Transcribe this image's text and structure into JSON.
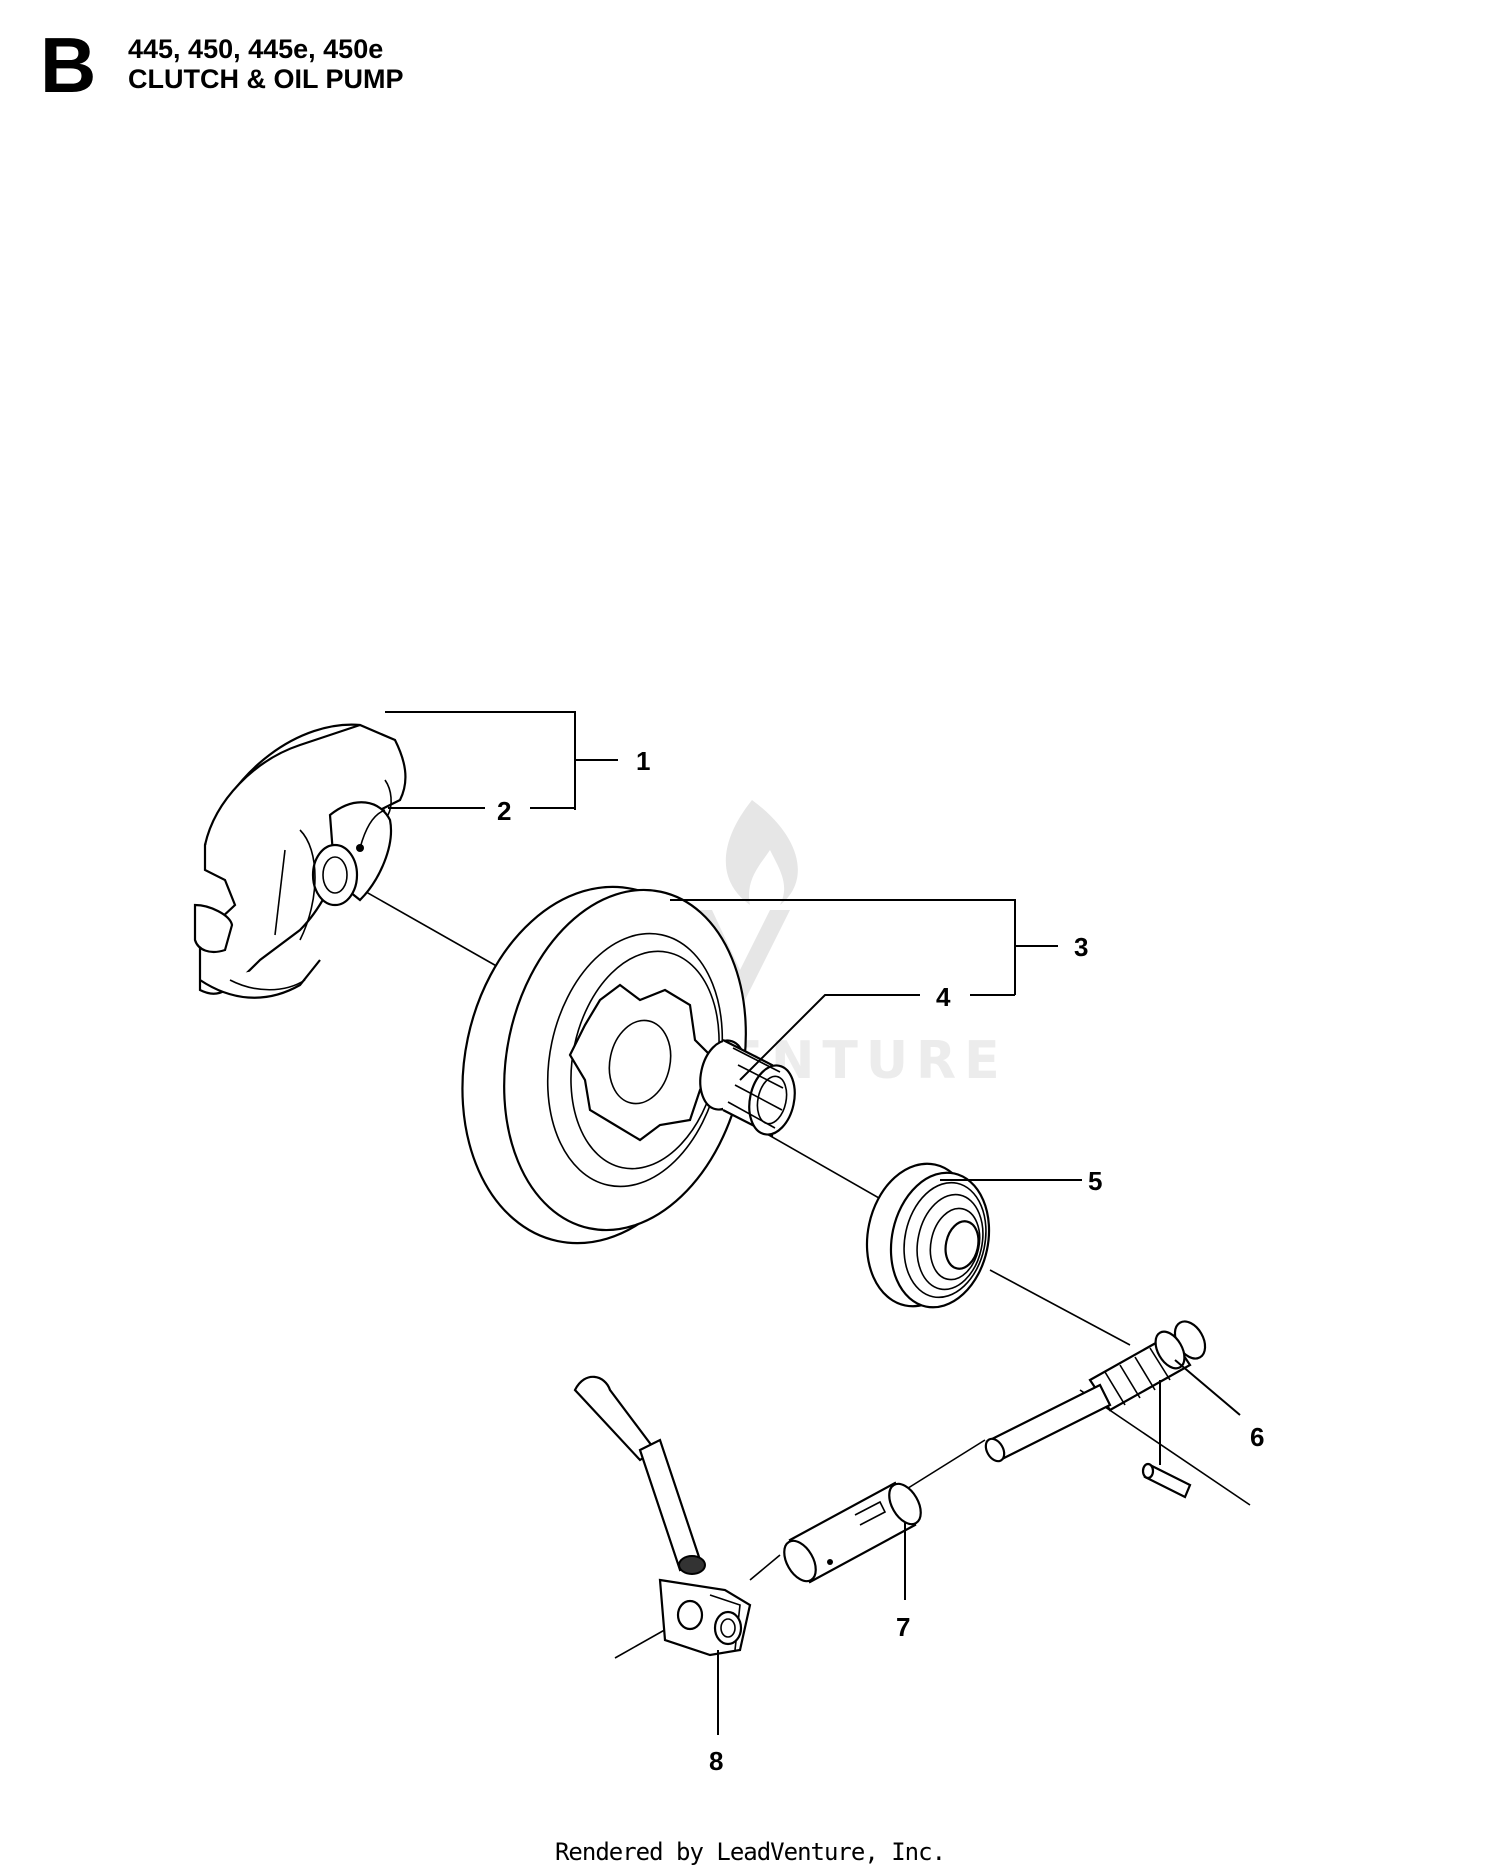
{
  "header": {
    "section_letter": "B",
    "models": "445, 450, 445e, 450e",
    "section_title": "CLUTCH & OIL PUMP"
  },
  "watermark": {
    "text": "LEADVENTURE"
  },
  "callouts": [
    {
      "id": "1",
      "label": "1"
    },
    {
      "id": "2",
      "label": "2"
    },
    {
      "id": "3",
      "label": "3"
    },
    {
      "id": "4",
      "label": "4"
    },
    {
      "id": "5",
      "label": "5"
    },
    {
      "id": "6",
      "label": "6"
    },
    {
      "id": "7",
      "label": "7"
    },
    {
      "id": "8",
      "label": "8"
    }
  ],
  "footer": {
    "text": "Rendered by LeadVenture, Inc."
  }
}
